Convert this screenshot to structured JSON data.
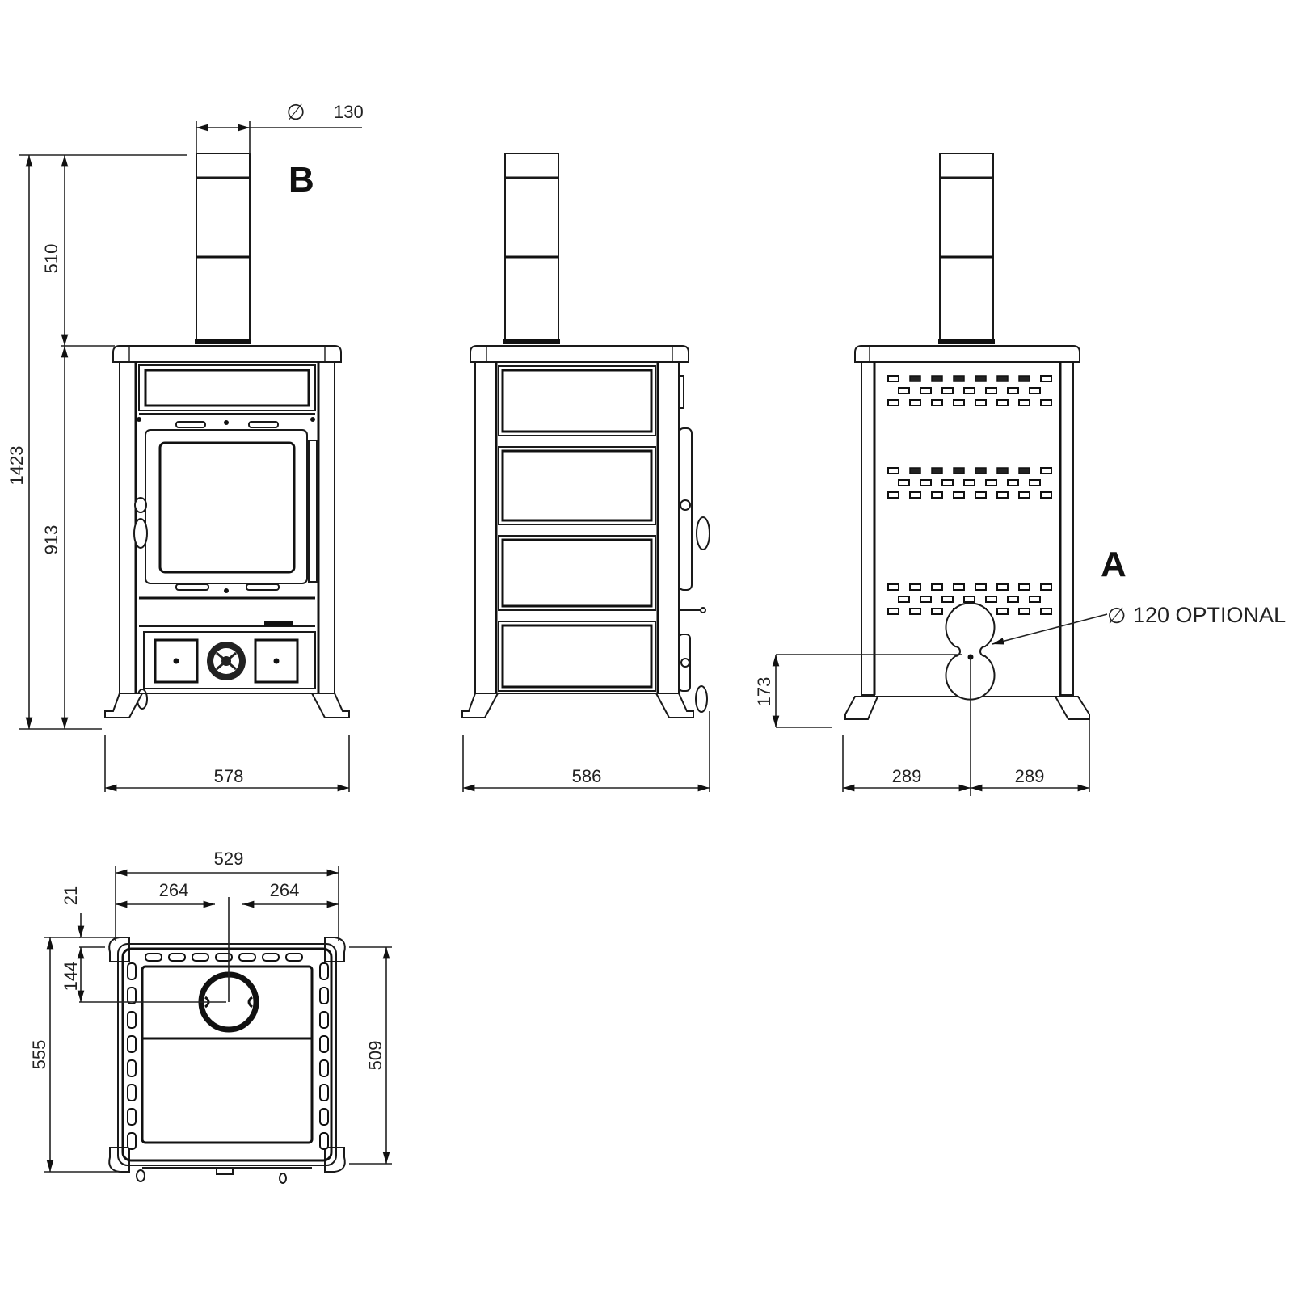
{
  "drawing": {
    "labels": {
      "outlet_b": "B",
      "outlet_a": "A",
      "diameter_symbol": "∅",
      "flue_diameter": "130",
      "optional_outlet_note": "120 OPTIONAL"
    },
    "front_view": {
      "height_total": "1423",
      "height_flue": "510",
      "height_body": "913",
      "width": "578"
    },
    "side_view": {
      "depth": "586"
    },
    "rear_view": {
      "outlet_height": "173",
      "half_width_left": "289",
      "half_width_right": "289"
    },
    "top_view": {
      "width_overall": "529",
      "half_left": "264",
      "half_right": "264",
      "rear_offset": "21",
      "flue_center_from_rear": "144",
      "depth_overall": "555",
      "depth_body": "509"
    }
  },
  "colors": {
    "line": "#1a1a1a",
    "background": "#ffffff"
  }
}
